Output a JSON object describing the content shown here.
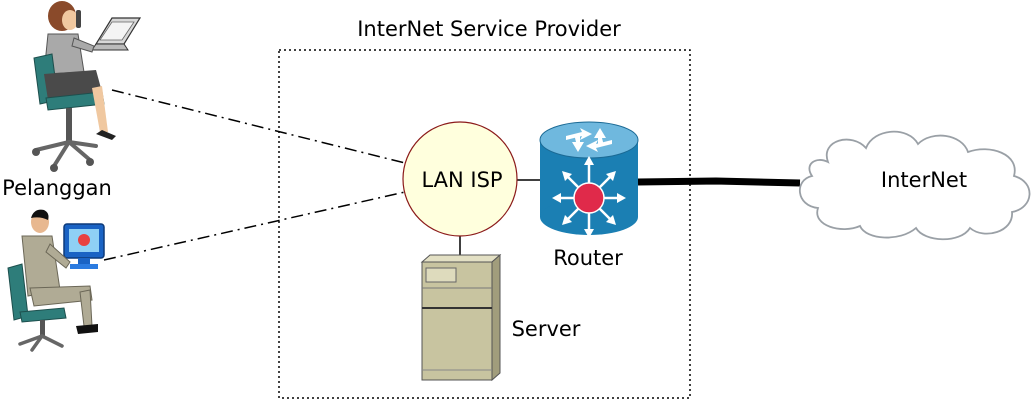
{
  "diagram": {
    "title": "InterNet Service Provider",
    "nodes": {
      "customers_label": "Pelanggan",
      "lan": "LAN ISP",
      "router": "Router",
      "server": "Server",
      "internet": "InterNet"
    },
    "colors": {
      "lan_fill": "#ffffdd",
      "lan_stroke": "#8b1a1a",
      "router_blue": "#1b7fb3",
      "router_top": "#6fb8de",
      "router_core": "#e02a4a",
      "server_body": "#c8c4a0",
      "cloud_stroke": "#9aa0a6"
    },
    "icons": {
      "customer_top": "woman-laptop-phone-icon",
      "customer_bottom": "man-computer-icon",
      "router": "router-icon",
      "server": "server-tower-icon",
      "internet": "cloud-icon"
    }
  }
}
